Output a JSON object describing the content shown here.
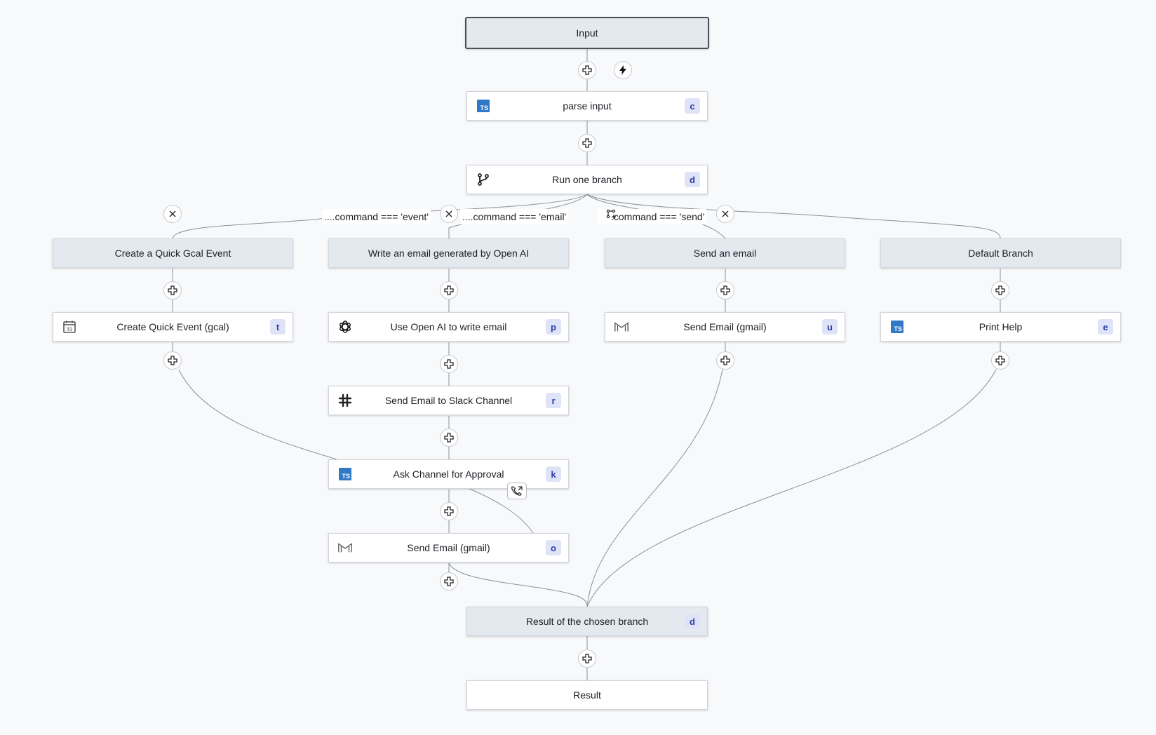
{
  "colors": {
    "background": "#f8f9fb",
    "header_fill": "#e4e9f0",
    "badge_fill": "#dfe3f7",
    "badge_text": "#2d3ea6",
    "edge": "#8c9096",
    "typescript": "#3178c6"
  },
  "nodes": {
    "input": {
      "label": "Input"
    },
    "parse_input": {
      "label": "parse input",
      "badge": "c",
      "icon": "typescript-icon"
    },
    "run_one_branch": {
      "label": "Run one branch",
      "badge": "d",
      "icon": "branch-icon"
    },
    "branch_event": {
      "label": "Create a Quick Gcal Event"
    },
    "branch_openai": {
      "label": "Write an email generated by Open AI"
    },
    "branch_send": {
      "label": "Send an email"
    },
    "branch_default": {
      "label": "Default Branch"
    },
    "create_quick_event": {
      "label": "Create Quick Event (gcal)",
      "badge": "t",
      "icon": "calendar-icon"
    },
    "use_openai": {
      "label": "Use Open AI to write email",
      "badge": "p",
      "icon": "openai-icon"
    },
    "send_email_gmail_u": {
      "label": "Send Email (gmail)",
      "badge": "u",
      "icon": "gmail-icon"
    },
    "print_help": {
      "label": "Print Help",
      "badge": "e",
      "icon": "typescript-icon"
    },
    "send_slack": {
      "label": "Send Email to Slack Channel",
      "badge": "r",
      "icon": "slack-icon"
    },
    "ask_approval": {
      "label": "Ask Channel for Approval",
      "badge": "k",
      "icon": "typescript-icon"
    },
    "send_email_gmail_o": {
      "label": "Send Email (gmail)",
      "badge": "o",
      "icon": "gmail-icon"
    },
    "result_chosen": {
      "label": "Result of the chosen branch",
      "badge": "d"
    },
    "result": {
      "label": "Result"
    }
  },
  "conditions": {
    "event": "....command === 'event'",
    "email": "....command === 'email'",
    "send": ".command === 'send'"
  },
  "ts_icon_text": "TS"
}
